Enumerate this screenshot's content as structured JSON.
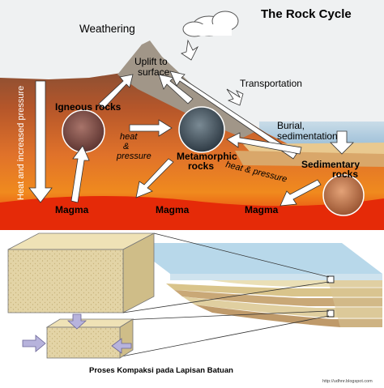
{
  "title": "The Rock Cycle",
  "labels": {
    "weathering": "Weathering",
    "uplift_line1": "Uplift to",
    "uplift_line2": "surface",
    "transportation": "Transportation",
    "burial_line1": "Burial,",
    "burial_line2": "sedimentation",
    "igneous": "Igneous rocks",
    "metamorphic_line1": "Metamorphic",
    "metamorphic_line2": "rocks",
    "sedimentary_line1": "Sedimentary",
    "sedimentary_line2": "rocks",
    "heat_left_1": "heat",
    "heat_left_2": "&",
    "heat_left_3": "pressure",
    "heat_right": "heat & pressure",
    "side_label": "Heat and increased pressure",
    "magma_1": "Magma",
    "magma_2": "Magma",
    "magma_3": "Magma"
  },
  "caption": "Proses Kompaksi pada Lapisan Batuan",
  "watermark": "http://udhnr.blogspot.com",
  "colors": {
    "sky": "#eff1f2",
    "mountain": "#a19688",
    "ocean": "#a8c6dc",
    "magma": "#e52a08",
    "sandstone": "#e3d4a6",
    "arrow": "#ffffff"
  }
}
